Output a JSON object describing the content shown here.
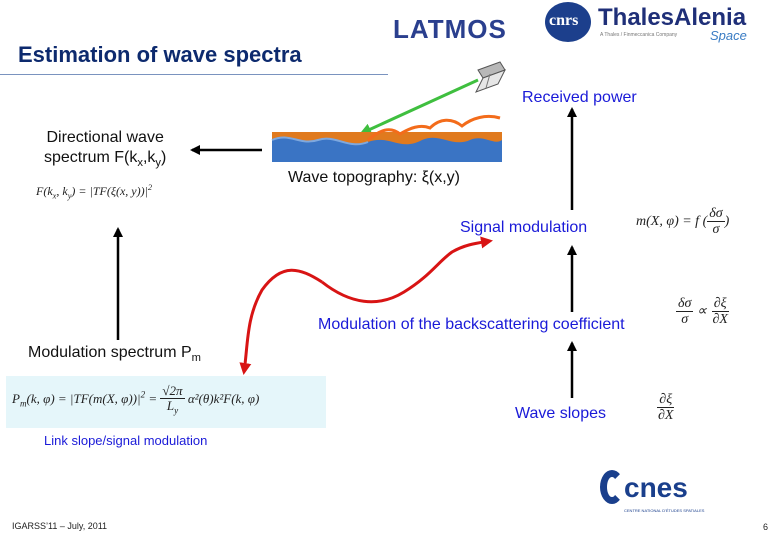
{
  "slide": {
    "title": "Estimation of wave spectra",
    "page_number": "6",
    "footer_left": "IGARSS’11 – July, 2011"
  },
  "logos": {
    "latmos": "LATMOS",
    "cnrs": "cnrs",
    "thales_main": "ThalesAlenia",
    "thales_space": "Space",
    "thales_tagline": "A Thales / Finmeccanica Company",
    "cnes": "cnes",
    "cnes_tagline": "CENTRE NATIONAL D'ÉTUDES SPATIALES"
  },
  "labels": {
    "received_power": "Received power",
    "directional_line1": "Directional wave",
    "directional_line2_pre": "spectrum F(k",
    "directional_sub_x": "x",
    "directional_mid": ",k",
    "directional_sub_y": "y",
    "directional_end": ")",
    "wave_topography": "Wave topography: ξ(x,y)",
    "signal_modulation": "Signal modulation",
    "modulation_backscatter": "Modulation of the backscattering coefficient",
    "modulation_spectrum_pre": "Modulation spectrum P",
    "modulation_spectrum_sub": "m",
    "wave_slopes": "Wave slopes",
    "link_slope": "Link slope/signal modulation"
  },
  "equations": {
    "spectrum_lhs": "F(k",
    "spectrum_lhs_sub_x": "x",
    "spectrum_lhs_mid": ", k",
    "spectrum_lhs_sub_y": "y",
    "spectrum_rhs": ") = |TF(ξ(x, y))|",
    "spectrum_power": "2",
    "signal_lhs": "m(X, φ) = f (",
    "signal_num": "δσ",
    "signal_den": "σ",
    "signal_end": ")",
    "backscatter_num": "δσ",
    "backscatter_den": "σ",
    "backscatter_prop": "∝",
    "backscatter_rnum": "∂ξ",
    "backscatter_rden": "∂X",
    "slope_num": "∂ξ",
    "slope_den": "∂X",
    "pm_lhs_pre": "P",
    "pm_lhs_sub": "m",
    "pm_lhs_post": "(k, φ) = |TF(m(X, φ))|",
    "pm_power": "2",
    "pm_eq": "=",
    "pm_num": "√2π",
    "pm_den_pre": "L",
    "pm_den_sub": "y",
    "pm_rhs": "α²(θ)k²F(k, φ)"
  },
  "colors": {
    "title": "#0d2a6e",
    "label_blue": "#1a1ad8",
    "red_arrow": "#d81414",
    "green_beam": "#3fbf3f",
    "sea": "#3a74c4",
    "ground": "#e07a1e",
    "formula_bg": "#e5f6fa"
  }
}
